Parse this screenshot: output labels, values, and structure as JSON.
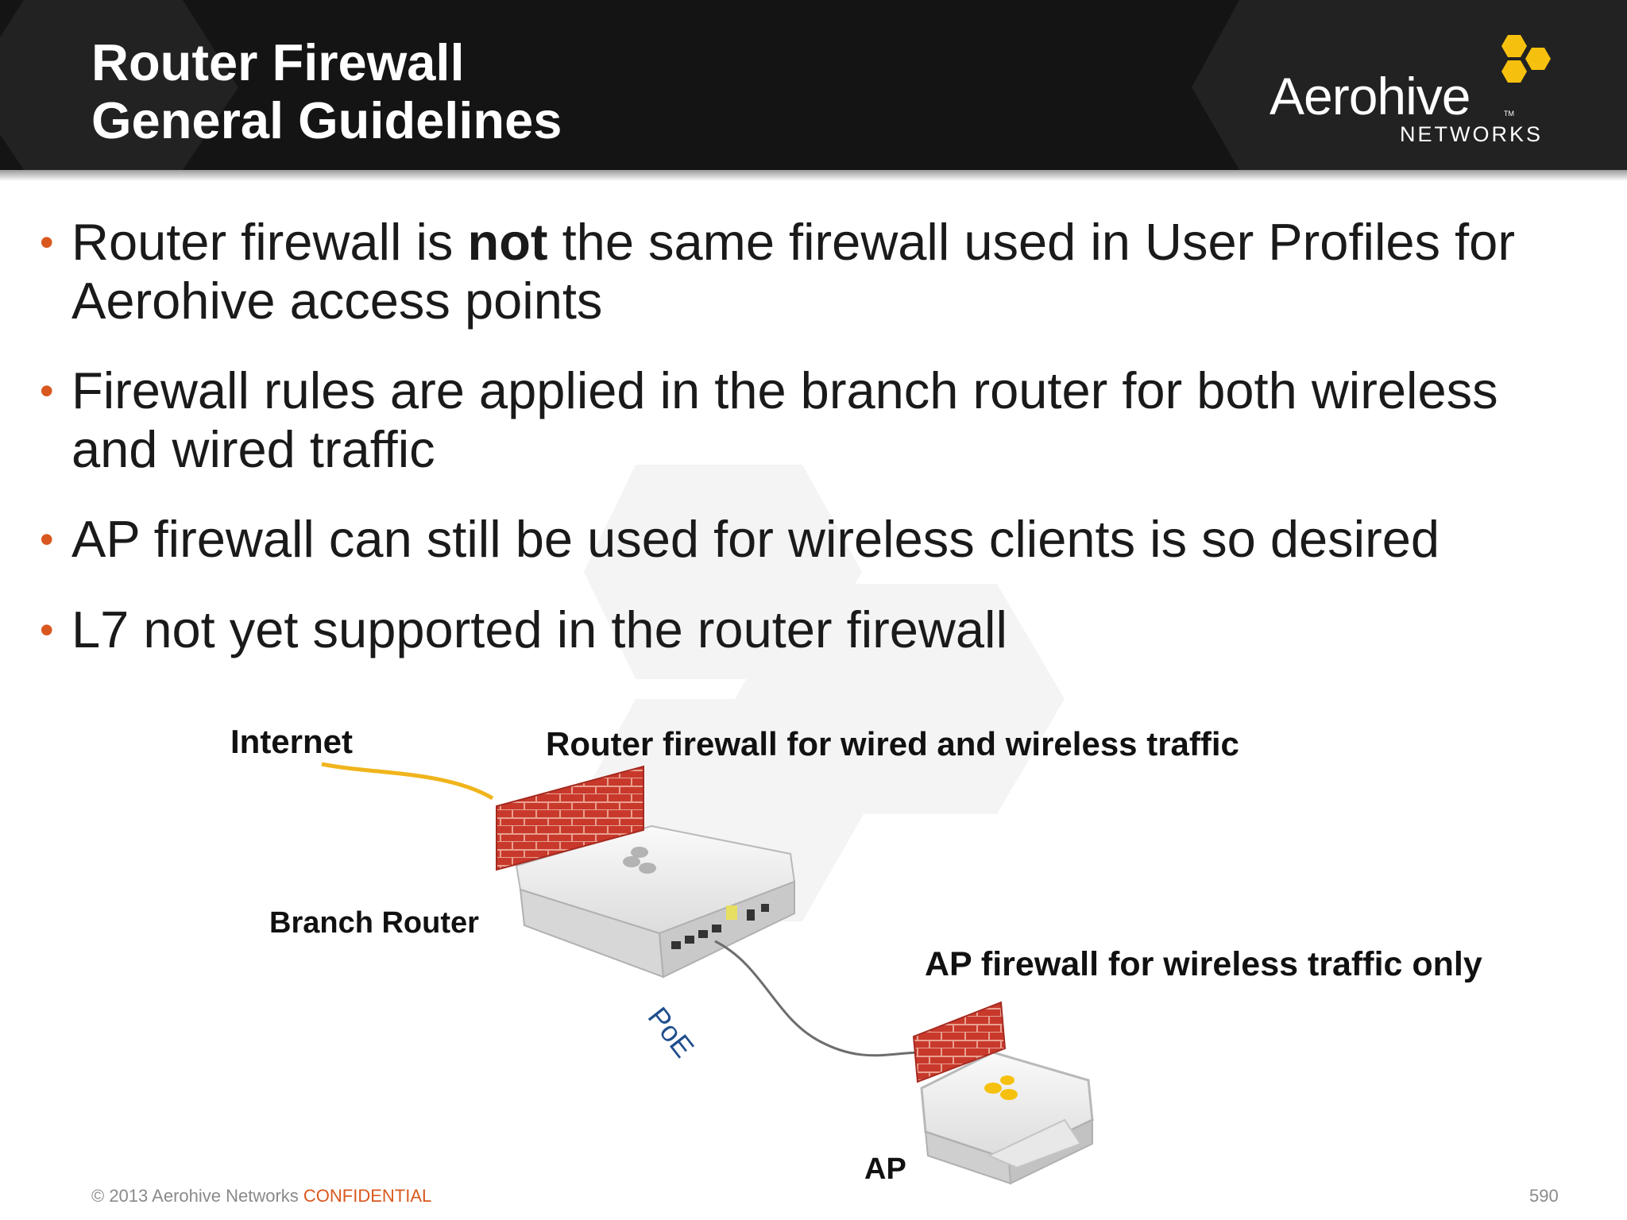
{
  "slide": {
    "title_line_1": "Router Firewall",
    "title_line_2": "General Guidelines"
  },
  "logo": {
    "wordmark": "Aerohive",
    "tm": "TM",
    "sub": "NETWORKS"
  },
  "bullets": [
    {
      "text_before": "Router firewall is ",
      "text_bold": "not",
      "text_after": " the same firewall used in User Profiles for Aerohive access points"
    },
    {
      "text": "Firewall rules are applied in the branch router for both wireless and wired traffic"
    },
    {
      "text": "AP firewall can still be used for wireless clients is so desired"
    },
    {
      "text": "L7 not yet supported in the router firewall"
    }
  ],
  "diagram": {
    "internet": "Internet",
    "router_firewall": "Router firewall for wired and wireless traffic",
    "branch_router": "Branch Router",
    "poe": "PoE",
    "ap_firewall": "AP firewall for wireless traffic only",
    "ap": "AP"
  },
  "footer": {
    "copyright": "© 2013 Aerohive Networks ",
    "confidential": "CONFIDENTIAL",
    "page_number": "590"
  },
  "colors": {
    "header_bg": "#141414",
    "accent_orange": "#d9581f",
    "logo_yellow": "#f6c10e",
    "brick_red": "#c8392c",
    "poe_blue": "#1f4e8c",
    "internet_cable": "#f0b41c"
  },
  "icons": [
    "bullet-dot",
    "firewall-brick-icon",
    "router-icon",
    "access-point-icon",
    "aerohive-hex-logo-icon"
  ]
}
